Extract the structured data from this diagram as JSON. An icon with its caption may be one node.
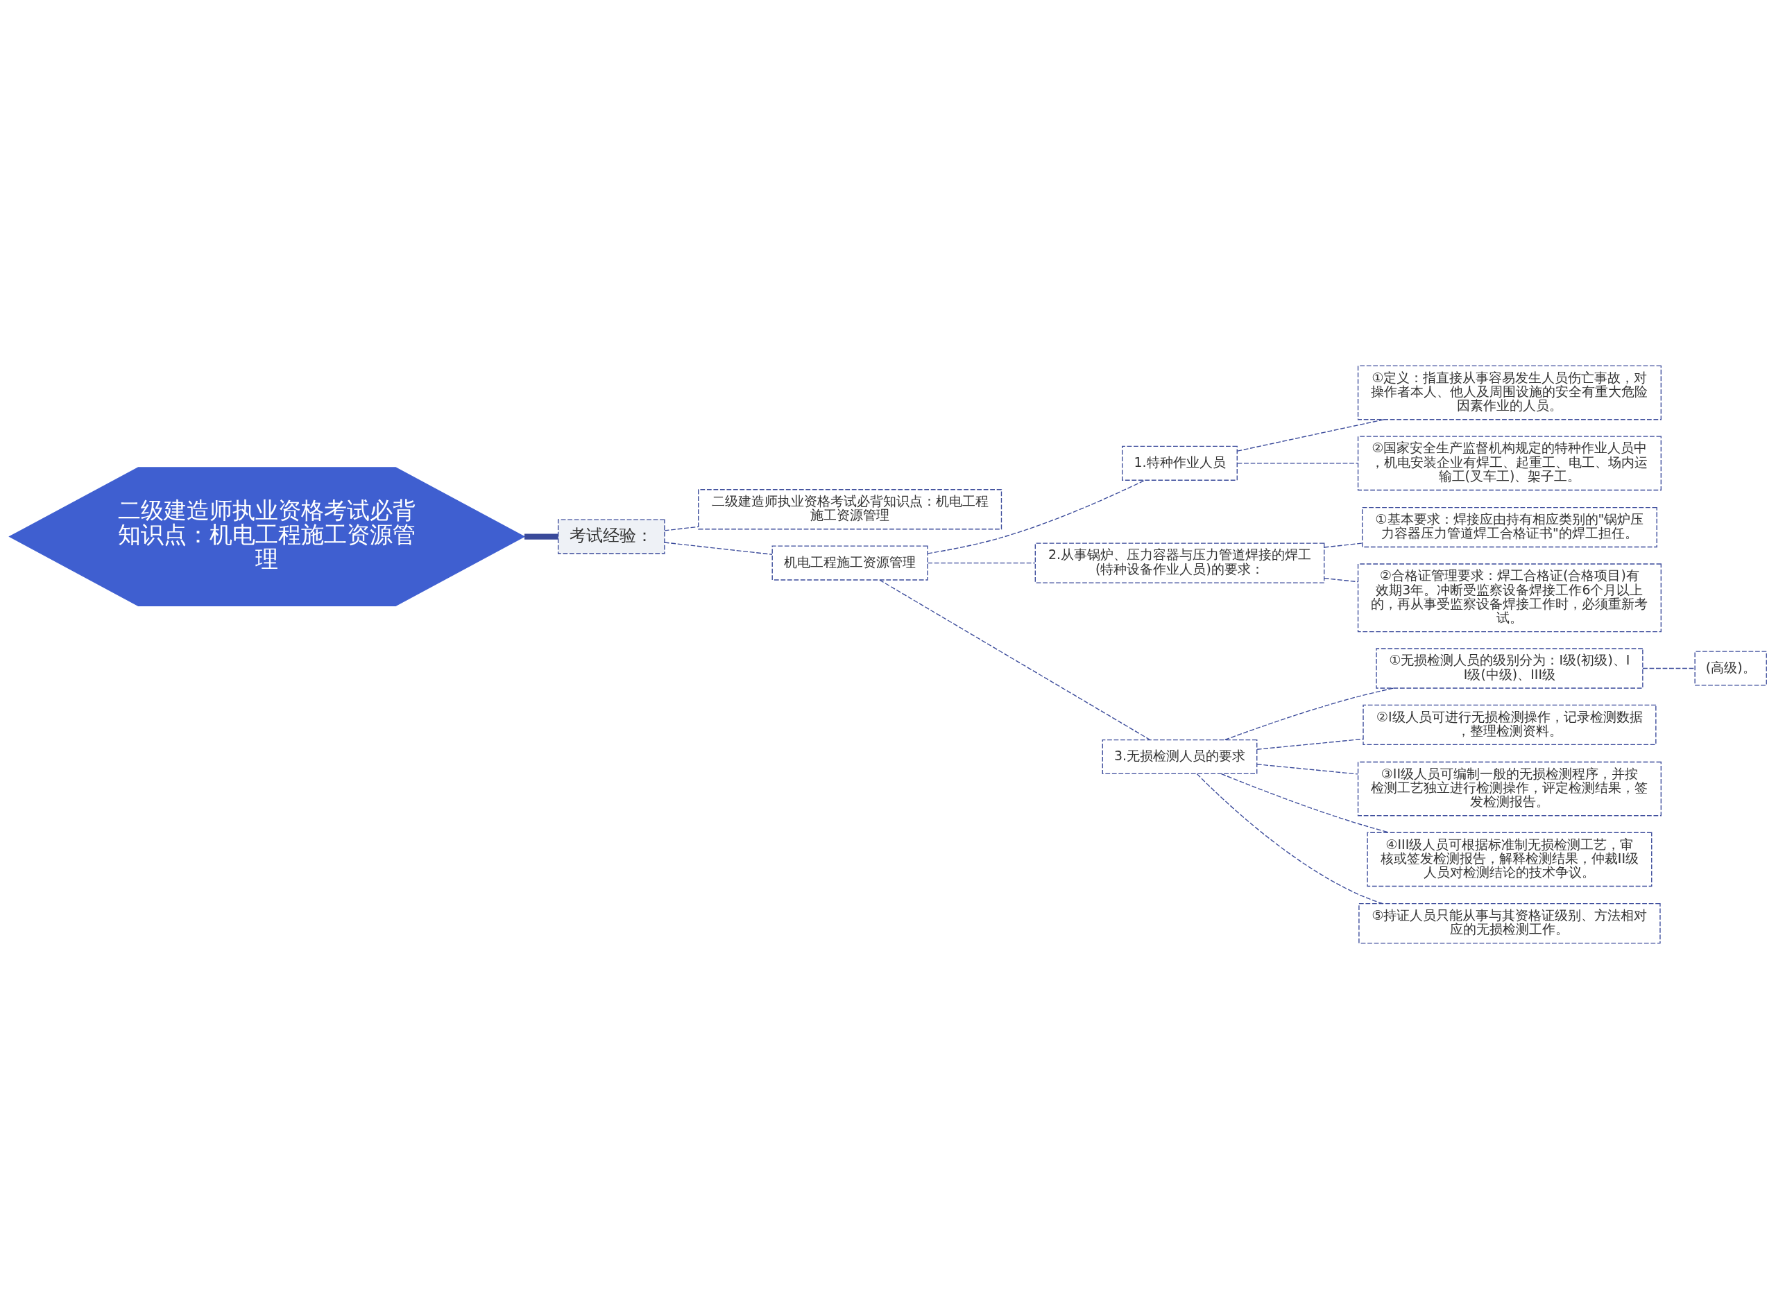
{
  "diagram": {
    "nodes": [
      {
        "text": [
          "二级建造师执业资格考试必背知识点：机电工程施工资源管理"
        ]
      },
      {
        "text": [
          "考试经验："
        ]
      },
      {
        "text": [
          "二级建造师执业资格考试必背知识点：机电工程施工资源管理"
        ]
      },
      {
        "text": [
          "机电工程施工资源管理"
        ]
      },
      {
        "text": [
          "1.特种作业人员"
        ]
      },
      {
        "text": [
          "①定义：指直接从事容易发生人员伤亡事故，对操作者本人、他人及周围设施的安全有重大危险因素作业的人员。"
        ]
      },
      {
        "text": [
          "②国家安全生产监督机构规定的特种作业人员中，机电安装企业有焊工、起重工、电工、场内运输工(叉车工)、架子工。"
        ]
      },
      {
        "text": [
          "2.从事锅炉、压力容器与压力管道焊接的焊工(特种设备作业人员)的要求："
        ]
      },
      {
        "text": [
          "①基本要求：焊接应由持有相应类别的\"锅炉压力容器压力管道焊工合格证书\"的焊工担任。"
        ]
      },
      {
        "text": [
          "②合格证管理要求：焊工合格证(合格项目)有效期3年。冲断受监察设备焊接工作6个月以上的，再从事受监察设备焊接工作时，必须重新考试。"
        ]
      },
      {
        "text": [
          "3.无损检测人员的要求"
        ]
      },
      {
        "text": [
          "①无损检测人员的级别分为：I级(初级)、II级(中级)、III级"
        ]
      },
      {
        "text": [
          "(高级)。"
        ]
      },
      {
        "text": [
          "②I级人员可进行无损检测操作，记录检测数据，整理检测资料。"
        ]
      },
      {
        "text": [
          "③II级人员可编制一般的无损检测程序，并按检测工艺独立进行检测操作，评定检测结果，签发检测报告。"
        ]
      },
      {
        "text": [
          "④III级人员可根据标准制无损检测工艺，审核或签发检测报告，解释检测结果，仲裁II级人员对检测结论的技术争议。"
        ]
      },
      {
        "text": [
          "⑤持证人员只能从事与其资格证级别、方法相对应的无损检测工作。"
        ]
      }
    ],
    "edges": [
      {
        "from": 0,
        "to": 1,
        "arrow": "none",
        "style": "thick"
      },
      {
        "from": 1,
        "to": 2,
        "arrow": "none",
        "style": "dashed"
      },
      {
        "from": 1,
        "to": 3,
        "arrow": "none",
        "style": "dashed"
      },
      {
        "from": 3,
        "to": 4,
        "arrow": "none",
        "style": "dashed"
      },
      {
        "from": 4,
        "to": 5,
        "arrow": "none",
        "style": "dashed"
      },
      {
        "from": 4,
        "to": 6,
        "arrow": "none",
        "style": "dashed"
      },
      {
        "from": 3,
        "to": 7,
        "arrow": "none",
        "style": "dashed"
      },
      {
        "from": 7,
        "to": 8,
        "arrow": "none",
        "style": "dashed"
      },
      {
        "from": 7,
        "to": 9,
        "arrow": "none",
        "style": "dashed"
      },
      {
        "from": 3,
        "to": 10,
        "arrow": "none",
        "style": "dashed"
      },
      {
        "from": 10,
        "to": 11,
        "arrow": "none",
        "style": "dashed"
      },
      {
        "from": 11,
        "to": 12,
        "arrow": "none",
        "style": "dashed"
      },
      {
        "from": 10,
        "to": 13,
        "arrow": "none",
        "style": "dashed"
      },
      {
        "from": 10,
        "to": 14,
        "arrow": "none",
        "style": "dashed"
      },
      {
        "from": 10,
        "to": 15,
        "arrow": "none",
        "style": "dashed"
      },
      {
        "from": 10,
        "to": 16,
        "arrow": "none",
        "style": "dashed"
      }
    ]
  }
}
